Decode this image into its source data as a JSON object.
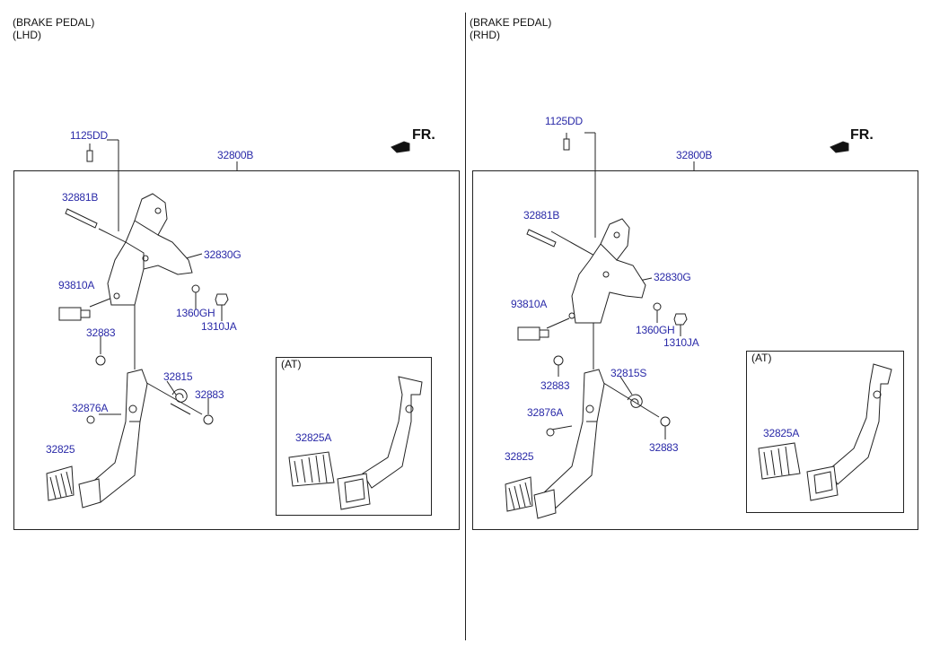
{
  "left": {
    "caption_line1": "(BRAKE PEDAL)",
    "caption_line2": "(LHD)",
    "direction": "FR.",
    "at_label": "(AT)",
    "parts": {
      "p1125dd": "1125DD",
      "p32800b": "32800B",
      "p32881b": "32881B",
      "p32830g": "32830G",
      "p93810a": "93810A",
      "p1360gh": "1360GH",
      "p1310ja": "1310JA",
      "p32883a": "32883",
      "p32815": "32815",
      "p32883b": "32883",
      "p32876a": "32876A",
      "p32825": "32825",
      "p32825a": "32825A"
    }
  },
  "right": {
    "caption_line1": "(BRAKE PEDAL)",
    "caption_line2": "(RHD)",
    "direction": "FR.",
    "at_label": "(AT)",
    "parts": {
      "p1125dd": "1125DD",
      "p32800b": "32800B",
      "p32881b": "32881B",
      "p32830g": "32830G",
      "p93810a": "93810A",
      "p1360gh": "1360GH",
      "p1310ja": "1310JA",
      "p32883a": "32883",
      "p32815s": "32815S",
      "p32876a": "32876A",
      "p32883b": "32883",
      "p32825": "32825",
      "p32825a": "32825A"
    }
  },
  "colors": {
    "label": "#2a2aa8",
    "line": "#222222"
  }
}
